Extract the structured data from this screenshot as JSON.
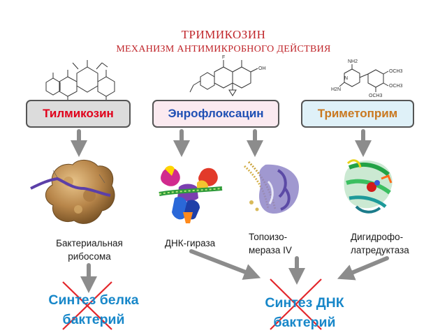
{
  "title": "ТРИМИКОЗИН",
  "subtitle": "МЕХАНИЗМ АНТИМИКРОБНОГО ДЕЙСТВИЯ",
  "drugs": [
    {
      "name": "Тилмикозин"
    },
    {
      "name": "Энрофлоксацин"
    },
    {
      "name": "Триметоприм"
    }
  ],
  "targets": {
    "ribosome": "Бактериальная рибосома",
    "gyrase": "ДНК-гираза",
    "topoisomerase": "Топоизо-мераза IV",
    "dhfr": "Дигидрофо-латредуктаза"
  },
  "outcomes": {
    "protein": "Синтез белка бактерий",
    "dna": "Синтез ДНК бактерий"
  },
  "colors": {
    "title": "#c0252a",
    "arrow": "#8c8c8c",
    "cross": "#e3262b",
    "outcome": "#1787c9"
  },
  "structure_labels": {
    "enro": [
      "F",
      "OH"
    ],
    "trim": [
      "NH2",
      "N",
      "H2N",
      "OCH3",
      "OCH3",
      "OCH3"
    ]
  }
}
